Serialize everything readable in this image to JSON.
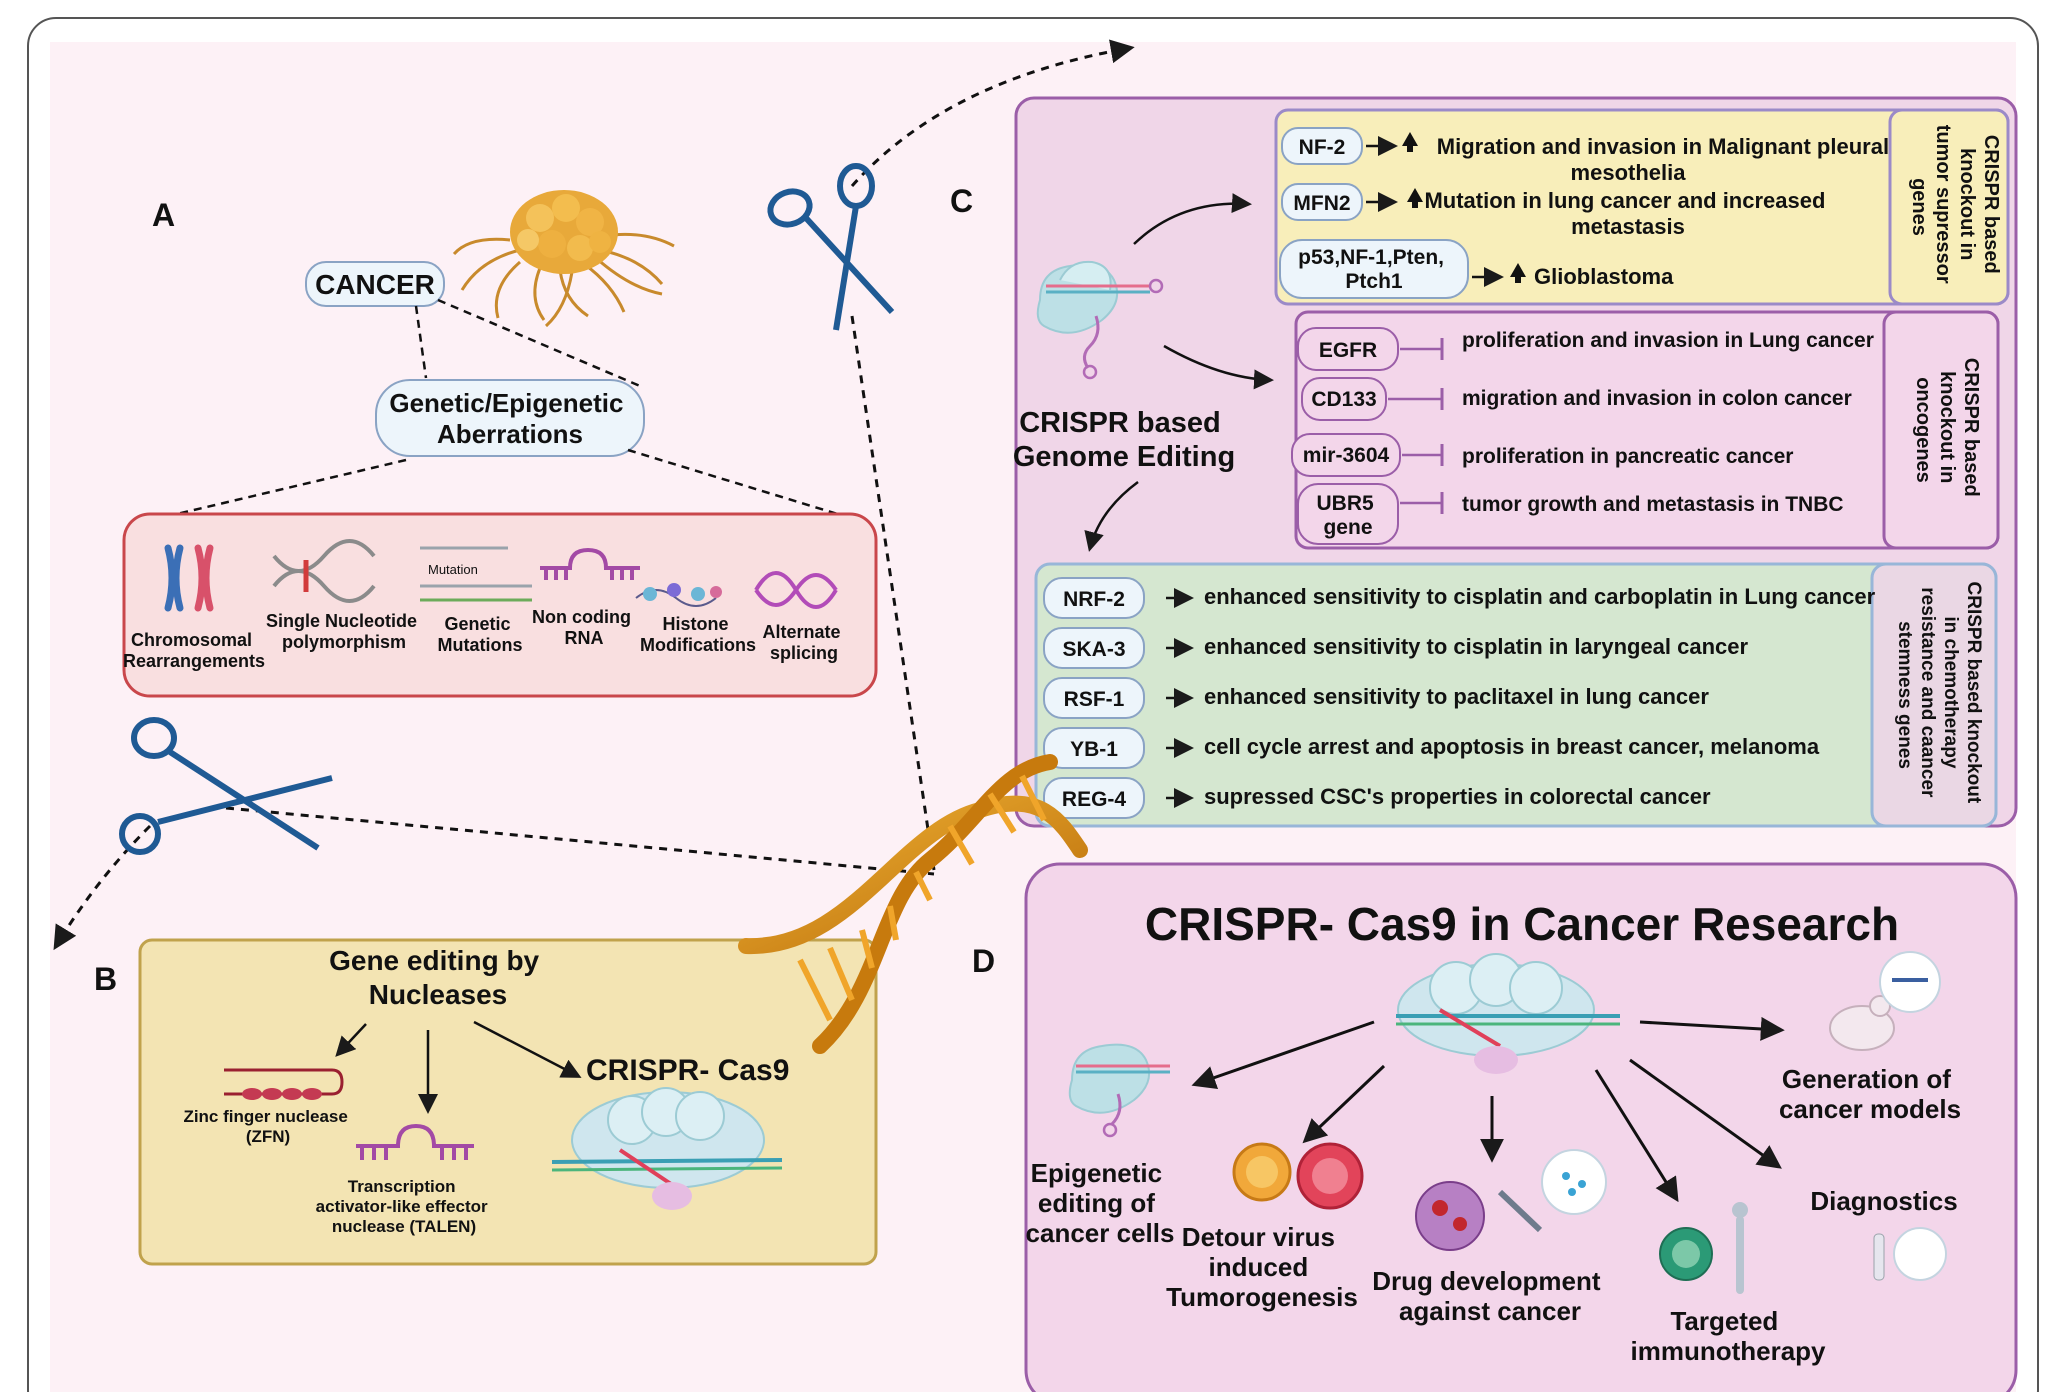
{
  "panels": {
    "a": {
      "letter": "A",
      "cancer_label": "CANCER",
      "aberration_label": [
        "Genetic/Epigenetic",
        "Aberrations"
      ],
      "items": [
        {
          "label": [
            "Chromosomal",
            "Rearrangements"
          ],
          "icon": "chromosome-icon"
        },
        {
          "label": [
            "Single Nucleotide",
            "polymorphism"
          ],
          "icon": "dna-snp-icon"
        },
        {
          "label": [
            "Genetic",
            "Mutations"
          ],
          "icon": "mutation-strand-icon",
          "caption": "Mutation"
        },
        {
          "label": [
            "Non coding",
            "RNA"
          ],
          "icon": "rna-icon"
        },
        {
          "label": [
            "Histone",
            "Modifications"
          ],
          "icon": "histone-icon"
        },
        {
          "label": [
            "Alternate",
            "splicing"
          ],
          "icon": "splicing-icon"
        }
      ]
    },
    "b": {
      "letter": "B",
      "title": [
        "Gene editing by",
        "Nucleases"
      ],
      "zfn_label": [
        "Zinc finger nuclease",
        "(ZFN)"
      ],
      "talen_label": [
        "Transcription",
        "activator-like effector",
        "nuclease (TALEN)"
      ],
      "crispr_label": "CRISPR- Cas9"
    },
    "c": {
      "letter": "C",
      "genome_editing_label": [
        "CRISPR based",
        "Genome Editing"
      ],
      "tumor_suppressor": {
        "side_label": [
          "CRISPR based",
          "knockout in",
          "tumor supressor",
          "genes"
        ],
        "rows": [
          {
            "gene": [
              "NF-2"
            ],
            "effect": [
              "Migration and invasion in Malignant pleural",
              "mesothelia"
            ]
          },
          {
            "gene": [
              "MFN2"
            ],
            "effect": [
              "Mutation in lung cancer and increased",
              "metastasis"
            ]
          },
          {
            "gene": [
              "p53,NF-1,Pten,",
              "Ptch1"
            ],
            "effect": [
              "Glioblastoma"
            ]
          }
        ]
      },
      "oncogenes": {
        "side_label": [
          "CRISPR based",
          "knockout in",
          "oncogenes"
        ],
        "rows": [
          {
            "gene": [
              "EGFR"
            ],
            "effect": "proliferation and invasion in Lung cancer"
          },
          {
            "gene": [
              "CD133"
            ],
            "effect": "migration and invasion in colon cancer"
          },
          {
            "gene": [
              "mir-3604"
            ],
            "effect": "proliferation in pancreatic cancer"
          },
          {
            "gene": [
              "UBR5",
              "gene"
            ],
            "effect": "tumor growth and metastasis in TNBC"
          }
        ]
      },
      "chemoresistance": {
        "side_label": [
          "CRISPR based knockout",
          "in chemotherapy",
          "resistance and caancer",
          "stemness genes"
        ],
        "rows": [
          {
            "gene": "NRF-2",
            "effect": "enhanced sensitivity to cisplatin and carboplatin in Lung cancer"
          },
          {
            "gene": "SKA-3",
            "effect": "enhanced sensitivity to cisplatin in laryngeal cancer"
          },
          {
            "gene": "RSF-1",
            "effect": "enhanced sensitivity to paclitaxel in lung cancer"
          },
          {
            "gene": "YB-1",
            "effect": "cell cycle arrest and apoptosis in breast cancer, melanoma"
          },
          {
            "gene": "REG-4",
            "effect": "supressed CSC's properties in colorectal cancer"
          }
        ]
      }
    },
    "d": {
      "letter": "D",
      "title": "CRISPR- Cas9 in Cancer Research",
      "applications": [
        {
          "label": [
            "Epigenetic",
            "editing of",
            "cancer cells"
          ]
        },
        {
          "label": [
            "Detour virus",
            "induced",
            "Tumorogenesis"
          ]
        },
        {
          "label": [
            "Drug development",
            "against cancer"
          ]
        },
        {
          "label": [
            "Targeted",
            "immunotherapy"
          ]
        },
        {
          "label": [
            "Diagnostics"
          ]
        },
        {
          "label": [
            "Generation of",
            "cancer models"
          ]
        }
      ]
    }
  },
  "colors": {
    "background": "#fdf1f6",
    "panel_c_fill": "#f0d6e8",
    "panel_c_stroke": "#9b5ea8",
    "tumor_fill": "#f8eeba",
    "tumor_stroke": "#9b8ac8",
    "onco_fill": "#f3d6ea",
    "chemo_fill": "#d5e7d0",
    "chemo_stroke": "#98b6d8",
    "panel_a_fill": "#f9dfe0",
    "panel_a_stroke": "#c9474b",
    "panel_b_fill": "#f3e4b3",
    "panel_b_stroke": "#c0a24c",
    "panel_d_fill": "#f3d6ea",
    "pill_fill": "#edf5fb",
    "pill_stroke": "#8aa3c4",
    "scissors": "#1f5a94",
    "dna": "#d9890e"
  }
}
